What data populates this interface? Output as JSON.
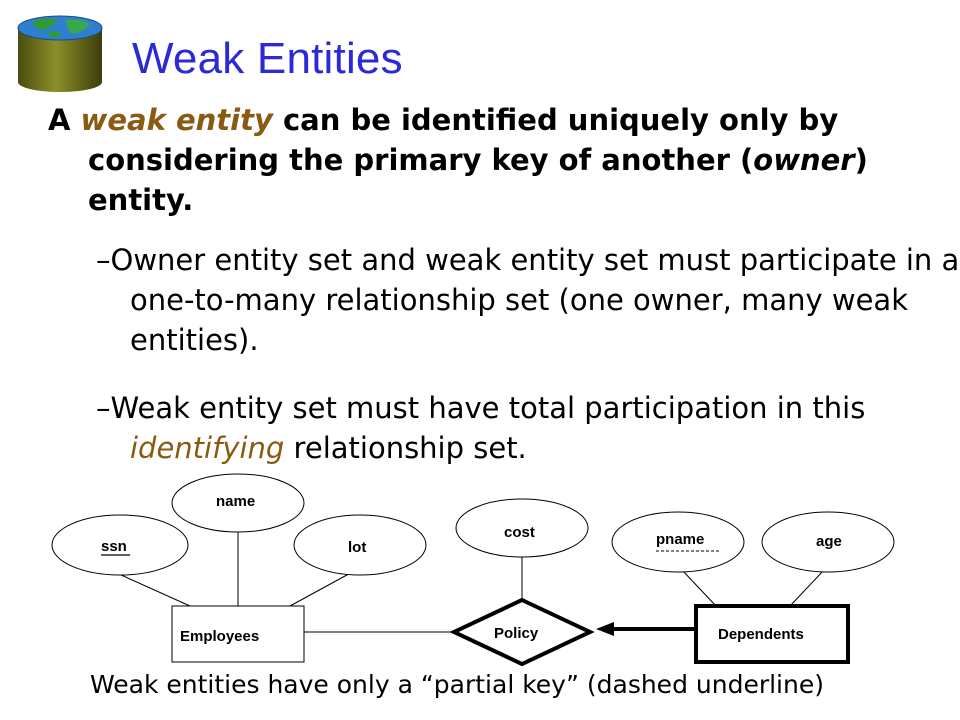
{
  "slide": {
    "title": "Weak Entities",
    "intro": {
      "p1": "A ",
      "em1": "weak entity",
      "p2": " can be identified uniquely only by considering the primary key of another (",
      "em2": "owner",
      "p3": ") entity."
    },
    "bullets": [
      {
        "dash": "–",
        "text": "Owner entity set and weak entity set must participate in a one-to-many relationship set (one owner, many weak entities)."
      },
      {
        "dash": "–",
        "pre": "Weak entity set must have total participation in this ",
        "em": "identifying",
        "post": " relationship set."
      }
    ],
    "caption": "Weak entities have only a “partial key” (dashed underline)"
  },
  "diagram": {
    "attributes": {
      "ssn": "ssn",
      "name": "name",
      "lot": "lot",
      "cost": "cost",
      "pname": "pname",
      "age": "age"
    },
    "entities": {
      "employees": "Employees",
      "dependents": "Dependents"
    },
    "relationship": "Policy"
  },
  "colors": {
    "title": "#2a2ad6",
    "accent": "#8a5a12"
  },
  "icons": {
    "logo": "database-cylinder-icon"
  }
}
